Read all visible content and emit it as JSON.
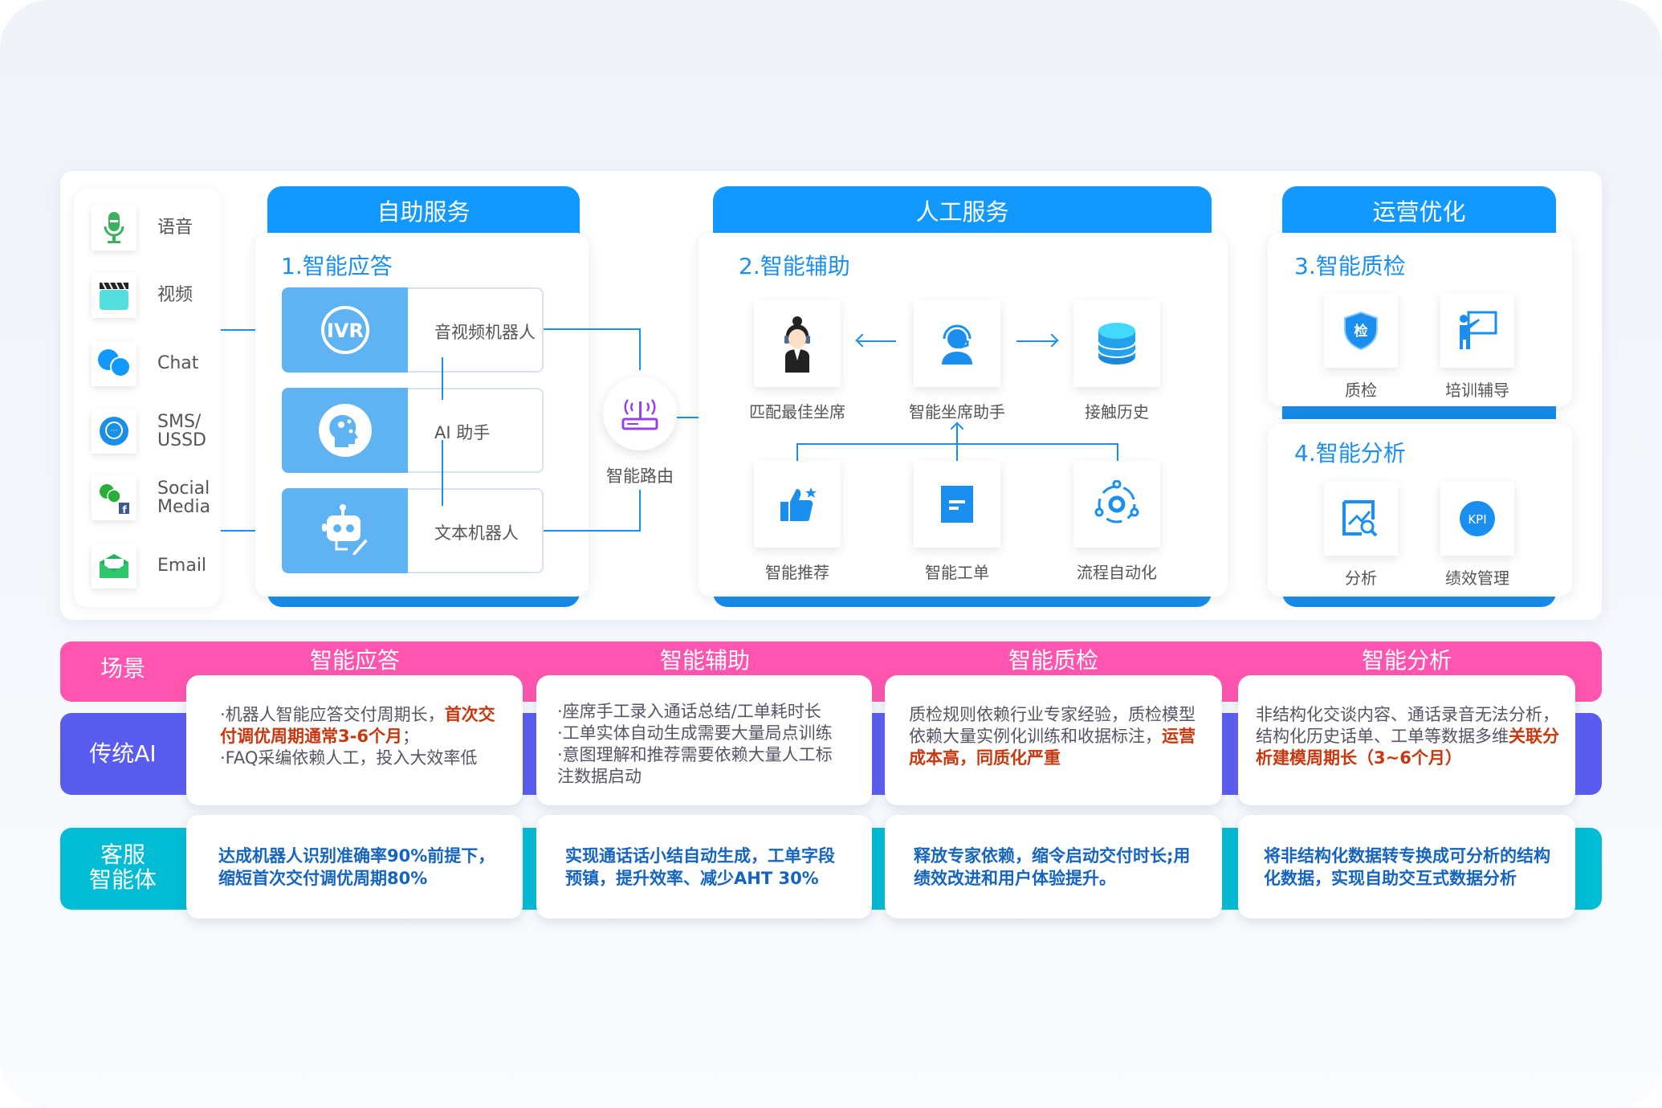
{
  "channels": [
    {
      "label": "语音",
      "icon": "microphone-icon"
    },
    {
      "label": "视频",
      "icon": "clapperboard-icon"
    },
    {
      "label": "Chat",
      "icon": "chat-bubbles-icon"
    },
    {
      "label": "SMS/\nUSSD",
      "icon": "message-icon"
    },
    {
      "label": "Social\nMedia",
      "icon": "wechat-facebook-icon"
    },
    {
      "label": "Email",
      "icon": "envelope-icon"
    }
  ],
  "self_service": {
    "header": "自助服务",
    "title": "1.智能应答",
    "rows": [
      {
        "label": "音视频机器人",
        "icon_text": "IVR"
      },
      {
        "label": "AI 助手"
      },
      {
        "label": "文本机器人"
      }
    ]
  },
  "router": {
    "label": "智能路由"
  },
  "human_service": {
    "header": "人工服务",
    "title": "2.智能辅助",
    "top": [
      "匹配最佳坐席",
      "智能坐席助手",
      "接触历史"
    ],
    "bottom": [
      "智能推荐",
      "智能工单",
      "流程自动化"
    ]
  },
  "operations": {
    "header": "运营优化",
    "qa": {
      "title": "3.智能质检",
      "items": [
        "质检",
        "培训辅导"
      ],
      "badge": "检"
    },
    "analysis": {
      "title": "4.智能分析",
      "items": [
        "分析",
        "绩效管理"
      ],
      "kpi": "KPI"
    }
  },
  "table": {
    "rows": {
      "scene": "场景",
      "traditional": "传统AI",
      "agent": "客服\n智能体"
    },
    "columns": [
      "智能应答",
      "智能辅助",
      "智能质检",
      "智能分析"
    ],
    "traditional": [
      {
        "text": "·机器人智能应答交付周期长，",
        "red": "首次交付调优周期通常3-6个月",
        "tail": "；\n·FAQ采编依赖人工，投入大效率低"
      },
      {
        "text": "·座席手工录入通话总结/工单耗时长\n·工单实体自动生成需要大量局点训练\n·意图理解和推荐需要依赖大量人工标注数据启动",
        "red": "",
        "tail": ""
      },
      {
        "text": "质检规则依赖行业专家经验，质检模型依赖大量实例化训练和收据标注，",
        "red": "运营成本高，同质化严重",
        "tail": ""
      },
      {
        "text": "非结构化交谈内容、通话录音无法分析，结构化历史话单、工单等数据多维",
        "red": "关联分析建模周期长（3~6个月）",
        "tail": ""
      }
    ],
    "agent": [
      "达成机器人识别准确率90%前提下，缩短首次交付调优周期80%",
      "实现通话话小结自动生成，工单字段预镇，提升效率、减少AHT 30%",
      "释放专家依赖，缩令启动交付时长;用绩效改进和用户体验提升。",
      "将非结构化数据转专换成可分析的结构化数据，实现自助交互式数据分析"
    ]
  },
  "colors": {
    "blue": "#1199ff",
    "pink": "#ff55b0",
    "purple": "#5a5cf0",
    "teal": "#00bcd4",
    "red": "#c8380f"
  }
}
